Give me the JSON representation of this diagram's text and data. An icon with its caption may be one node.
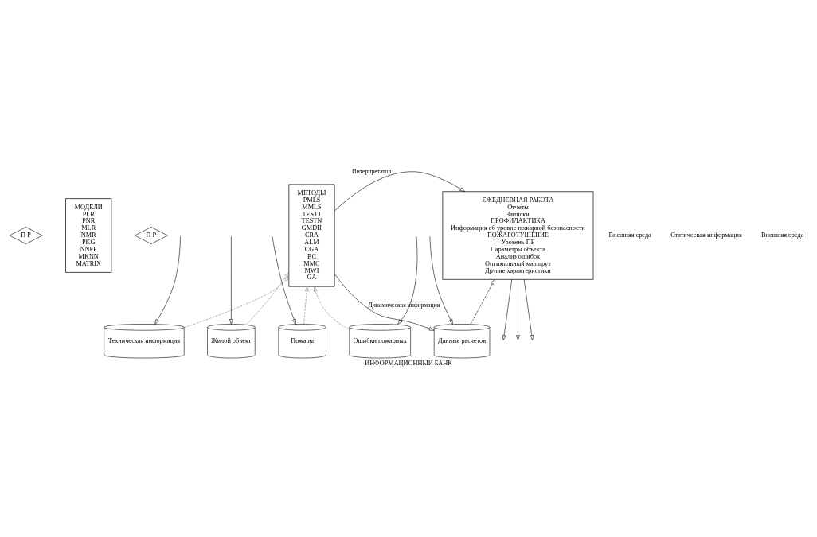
{
  "diagram": {
    "caption": "ИНФОРМАЦИОННЫЙ БАНК",
    "nodes": [
      {
        "text": [
          "П Р"
        ]
      },
      {
        "text": [
          "МОДЕЛИ",
          "PLR",
          "PNR",
          "MLR",
          "NMR",
          "PKG",
          "NNFF",
          "MKNN",
          "MATRIX"
        ]
      },
      {
        "text": [
          "П Р"
        ]
      },
      {
        "text": [
          "МЕТОДЫ",
          "PMLS",
          "MMLS",
          "TEST1",
          "TESTN",
          "GMDH",
          "CRA",
          "ALM",
          "CGA",
          "BC",
          "MMC",
          "MWI",
          "GA"
        ]
      },
      {
        "text": [
          "ЕЖЕДНЕВНАЯ РАБОТА",
          "Отчеты",
          "Записки",
          "ПРОФИЛАКТИКА",
          "Информация об уровне пожарной безопасности",
          "ПОЖАРОТУШЕНИЕ",
          "Уровень ПБ",
          "Параметры объекта",
          "Анализ ошибок",
          "Оптимальный маршрут",
          "Другие характеристики"
        ]
      },
      {
        "text": [
          "Техническая информация"
        ]
      },
      {
        "text": [
          "Жилой объект"
        ]
      },
      {
        "text": [
          "Пожары"
        ]
      },
      {
        "text": [
          "Ошибки пожарных"
        ]
      },
      {
        "text": [
          "Данные расчетов"
        ]
      }
    ],
    "edges": [
      {
        "from": 3,
        "to": 4,
        "arrow": "to",
        "label": "Интерпретатор"
      },
      {
        "from": 4,
        "to": null,
        "arrow": "to"
      },
      {
        "from": 4,
        "to": null,
        "arrow": "to"
      },
      {
        "from": 4,
        "to": null,
        "arrow": "to"
      },
      {
        "from": null,
        "to": 5,
        "arrow": "to"
      },
      {
        "from": null,
        "to": 6,
        "arrow": "to"
      },
      {
        "from": null,
        "to": 7,
        "arrow": "to"
      },
      {
        "from": null,
        "to": 8,
        "arrow": "to"
      },
      {
        "from": null,
        "to": 9,
        "arrow": "to"
      },
      {
        "from": 9,
        "to": 4,
        "arrow": "to",
        "style": "dashed"
      },
      {
        "from": 5,
        "to": 3,
        "arrow": "to",
        "style": "dashed",
        "color": "#808080"
      },
      {
        "from": 6,
        "to": 3,
        "arrow": "to",
        "style": "dashed",
        "color": "#808080"
      },
      {
        "from": 7,
        "to": 3,
        "arrow": "to",
        "style": "dashed",
        "color": "#808080"
      },
      {
        "from": 8,
        "to": 3,
        "arrow": "to",
        "style": "dashed",
        "color": "#808080"
      },
      {
        "from": 3,
        "to": 9,
        "arrow": "to",
        "label": "Динамическая информация"
      }
    ],
    "labels": [
      "Внешняя среда",
      "Статическая информация",
      "Внешняя среда"
    ]
  }
}
